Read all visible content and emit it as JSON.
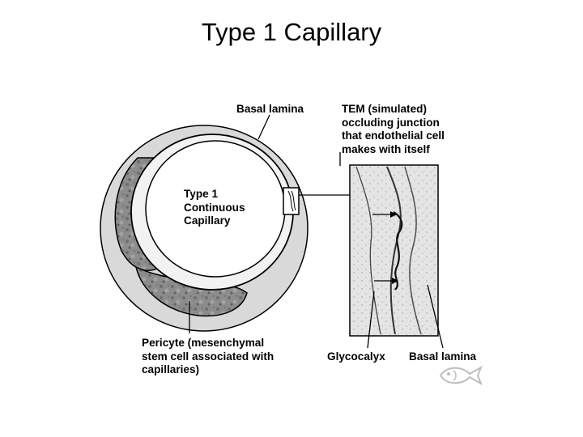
{
  "title": "Type 1 Capillary",
  "labels": {
    "basal_lamina_top": "Basal lamina",
    "tem": [
      "TEM (simulated)",
      "occluding junction",
      "that endothelial cell",
      "makes with itself"
    ],
    "continuous": [
      "Type 1",
      "Continuous",
      "Capillary"
    ],
    "pericyte": [
      "Pericyte (mesenchymal",
      "stem cell associated with",
      "capillaries)"
    ],
    "glycocalyx": "Glycocalyx",
    "basal_lamina_bottom": "Basal lamina"
  },
  "colors": {
    "line": "#000000",
    "membrane": "#d9d9d9",
    "pericyte": "#8c8c8c",
    "tem_bg": "#e6e6e6",
    "logo": "#bdbdbd"
  },
  "logo_icon": "fish-logo-icon"
}
